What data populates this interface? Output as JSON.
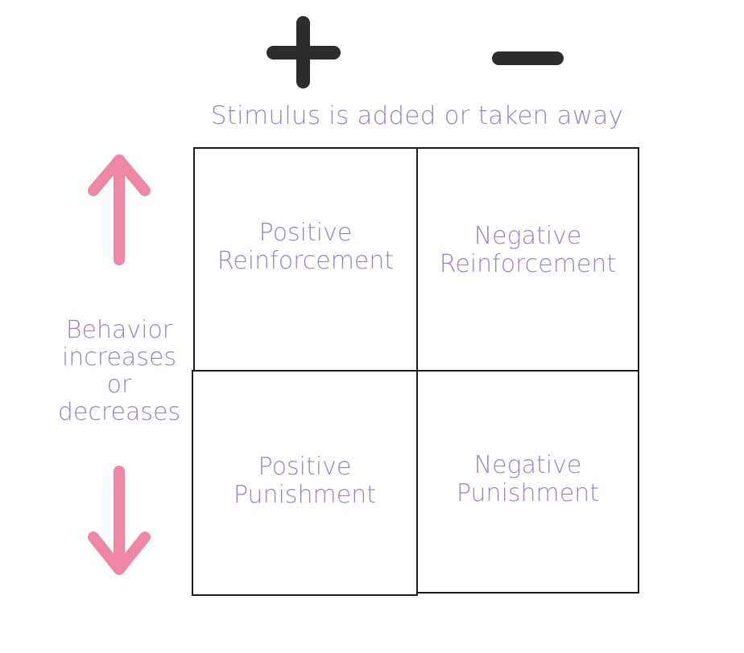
{
  "diagram": {
    "header": "Stimulus is added or taken away",
    "side_label": "Behavior\nincreases\nor\ndecreases",
    "cells": {
      "top_left": "Positive\nReinforcement",
      "top_right": "Negative\nReinforcement",
      "bottom_left": "Positive\nPunishment",
      "bottom_right": "Negative\nPunishment"
    },
    "colors": {
      "text": "#9a82c6",
      "arrow": "#ee87a6",
      "sign": "#2b2d2f",
      "border": "#1e1e1e"
    }
  }
}
